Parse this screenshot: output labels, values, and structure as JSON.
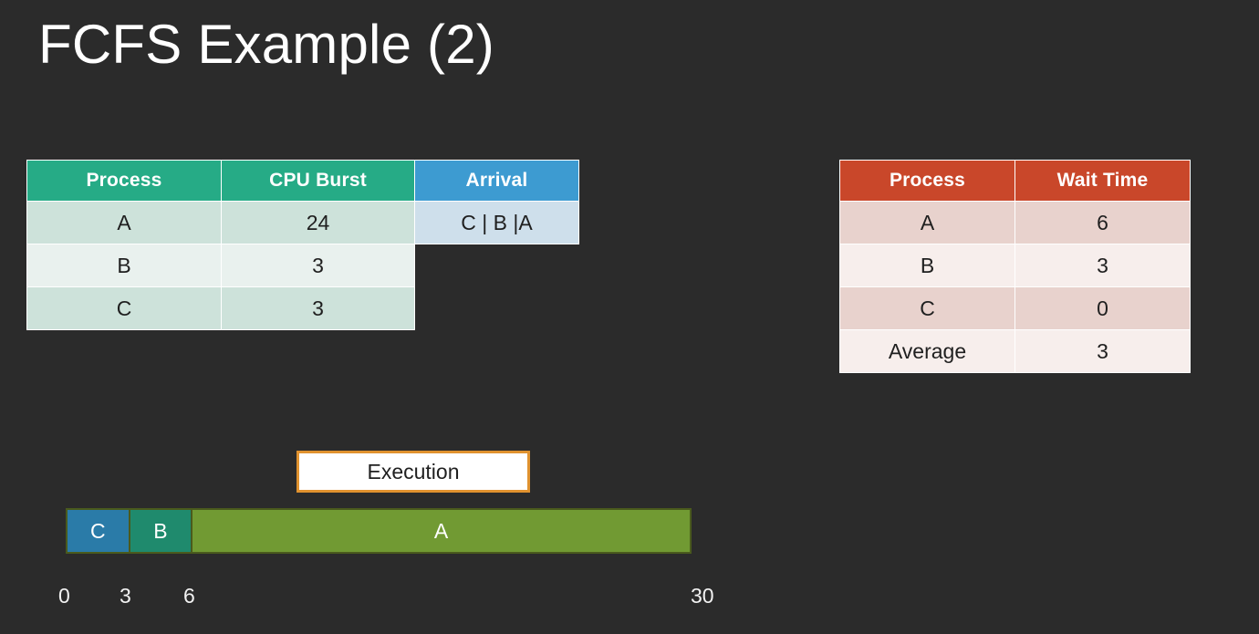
{
  "slide": {
    "title": "FCFS Example (2)",
    "background_color": "#2b2b2b"
  },
  "burst_table": {
    "name": "process-burst-table",
    "header_colors": {
      "process": "#26ab86",
      "cpu_burst": "#26ab86",
      "arrival": "#3d9bd1"
    },
    "headers": [
      "Process",
      "CPU Burst",
      "Arrival"
    ],
    "rows": [
      {
        "process": "A",
        "cpu_burst": "24",
        "arrival": "C | B |A"
      },
      {
        "process": "B",
        "cpu_burst": "3",
        "arrival": ""
      },
      {
        "process": "C",
        "cpu_burst": "3",
        "arrival": ""
      }
    ]
  },
  "wait_table": {
    "name": "wait-time-table",
    "header_color": "#c9472a",
    "headers": [
      "Process",
      "Wait Time"
    ],
    "rows": [
      {
        "process": "A",
        "wait_time": "6"
      },
      {
        "process": "B",
        "wait_time": "3"
      },
      {
        "process": "C",
        "wait_time": "0"
      },
      {
        "process": "Average",
        "wait_time": "3"
      }
    ]
  },
  "legend": {
    "execution_label": "Execution",
    "border_color": "#e0922f",
    "fill_color": "#ffffff"
  },
  "gantt": {
    "border_color": "#4a5a1d",
    "segments": [
      {
        "label": "C",
        "start": 0,
        "end": 3,
        "duration": 3,
        "color": "#2a7ba8"
      },
      {
        "label": "B",
        "start": 3,
        "end": 6,
        "duration": 3,
        "color": "#1f8a6d"
      },
      {
        "label": "A",
        "start": 6,
        "end": 30,
        "duration": 24,
        "color": "#719a33"
      }
    ],
    "axis_ticks": [
      "0",
      "3",
      "6",
      "30"
    ],
    "axis_range": [
      0,
      30
    ]
  }
}
